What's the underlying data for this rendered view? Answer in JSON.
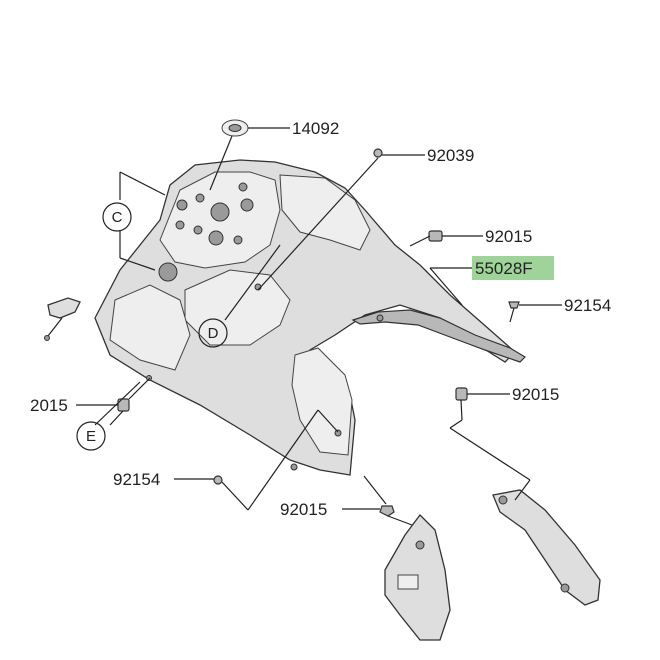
{
  "diagram": {
    "callouts": {
      "p14092": "14092",
      "p92039": "92039",
      "p92015_a": "92015",
      "p55028f": "55028F",
      "p92154_a": "92154",
      "p92015_b": "92015",
      "p92015_c": "2015",
      "p92154_b": "92154",
      "p92015_d": "92015"
    },
    "reference_circles": {
      "c": "C",
      "d": "D",
      "e": "E"
    },
    "highlight_color": "#9fd39a"
  }
}
